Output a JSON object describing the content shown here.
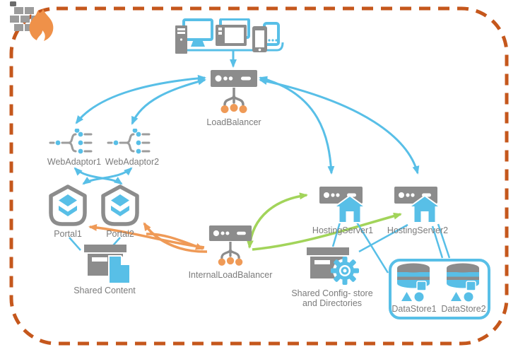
{
  "title": "Highly available portal architecture diagram",
  "colors": {
    "blue": "#58BFE7",
    "gray": "#8C8C8C",
    "orange": "#EF9A57",
    "flame_orange": "#EF9149",
    "green": "#A2D45A",
    "border_orange": "#C5571C",
    "label_gray": "#7B7B7B"
  },
  "nodes": {
    "load_balancer": {
      "label": "LoadBalancer"
    },
    "web_adaptor_1": {
      "label": "WebAdaptor1"
    },
    "web_adaptor_2": {
      "label": "WebAdaptor2"
    },
    "portal_1": {
      "label": "Portal1"
    },
    "portal_2": {
      "label": "Portal2"
    },
    "shared_content": {
      "label": "Shared Content"
    },
    "internal_load_balancer": {
      "label": "InternalLoadBalancer"
    },
    "hosting_server_1": {
      "label": "HostingServer1"
    },
    "hosting_server_2": {
      "label": "HostingServer2"
    },
    "shared_config_store": {
      "label_line_1": "Shared Config- store",
      "label_line_2": "and Directories"
    },
    "data_store_1": {
      "label": "DataStore1"
    },
    "data_store_2": {
      "label": "DataStore2"
    }
  },
  "edges": [
    {
      "from": "clients",
      "to": "load_balancer",
      "color": "blue",
      "arrows": "end"
    },
    {
      "from": "load_balancer",
      "to": "web_adaptor_1",
      "color": "blue",
      "arrows": "both"
    },
    {
      "from": "load_balancer",
      "to": "web_adaptor_2",
      "color": "blue",
      "arrows": "both"
    },
    {
      "from": "load_balancer",
      "to": "hosting_server_1",
      "color": "blue",
      "arrows": "both"
    },
    {
      "from": "load_balancer",
      "to": "hosting_server_2",
      "color": "blue",
      "arrows": "both"
    },
    {
      "from": "web_adaptor_1",
      "to": "portal_2",
      "color": "blue",
      "arrows": "both"
    },
    {
      "from": "web_adaptor_2",
      "to": "portal_1",
      "color": "blue",
      "arrows": "both"
    },
    {
      "from": "portal_1",
      "to": "shared_content",
      "color": "blue",
      "arrows": "none"
    },
    {
      "from": "portal_2",
      "to": "shared_content",
      "color": "blue",
      "arrows": "none"
    },
    {
      "from": "internal_load_balancer",
      "to": "portal_1",
      "color": "orange",
      "arrows": "end"
    },
    {
      "from": "internal_load_balancer",
      "to": "portal_2",
      "color": "orange",
      "arrows": "end"
    },
    {
      "from": "portal_2",
      "to": "internal_load_balancer",
      "color": "orange",
      "arrows": "end"
    },
    {
      "from": "internal_load_balancer",
      "to": "hosting_server_1",
      "color": "green",
      "arrows": "both"
    },
    {
      "from": "internal_load_balancer",
      "to": "hosting_server_2",
      "color": "green",
      "arrows": "end"
    },
    {
      "from": "hosting_server_1",
      "to": "shared_config_store",
      "color": "blue",
      "arrows": "none"
    },
    {
      "from": "hosting_server_1",
      "to": "data_store_group",
      "color": "blue",
      "arrows": "none"
    },
    {
      "from": "hosting_server_2",
      "to": "shared_config_store",
      "color": "blue",
      "arrows": "none"
    },
    {
      "from": "hosting_server_2",
      "to": "data_store_group",
      "color": "blue",
      "arrows": "none"
    }
  ]
}
